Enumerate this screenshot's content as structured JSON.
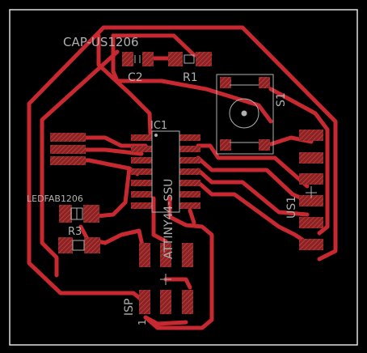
{
  "labels": {
    "cap": "CAP-US1206",
    "c2": "C2",
    "r1": "R1",
    "s1": "S1",
    "ic1": "IC1",
    "attiny": "ATTINY44-SSU",
    "ledfab": "LEDFAB1206",
    "r3": "R3",
    "us1": "US1",
    "isp": "ISP",
    "one": "1"
  },
  "colors": {
    "background": "#000000",
    "copper": "#c8282f",
    "pad": "#8b2323",
    "silkscreen": "#b0b0b0",
    "board_outline": "#e0e0e0"
  }
}
